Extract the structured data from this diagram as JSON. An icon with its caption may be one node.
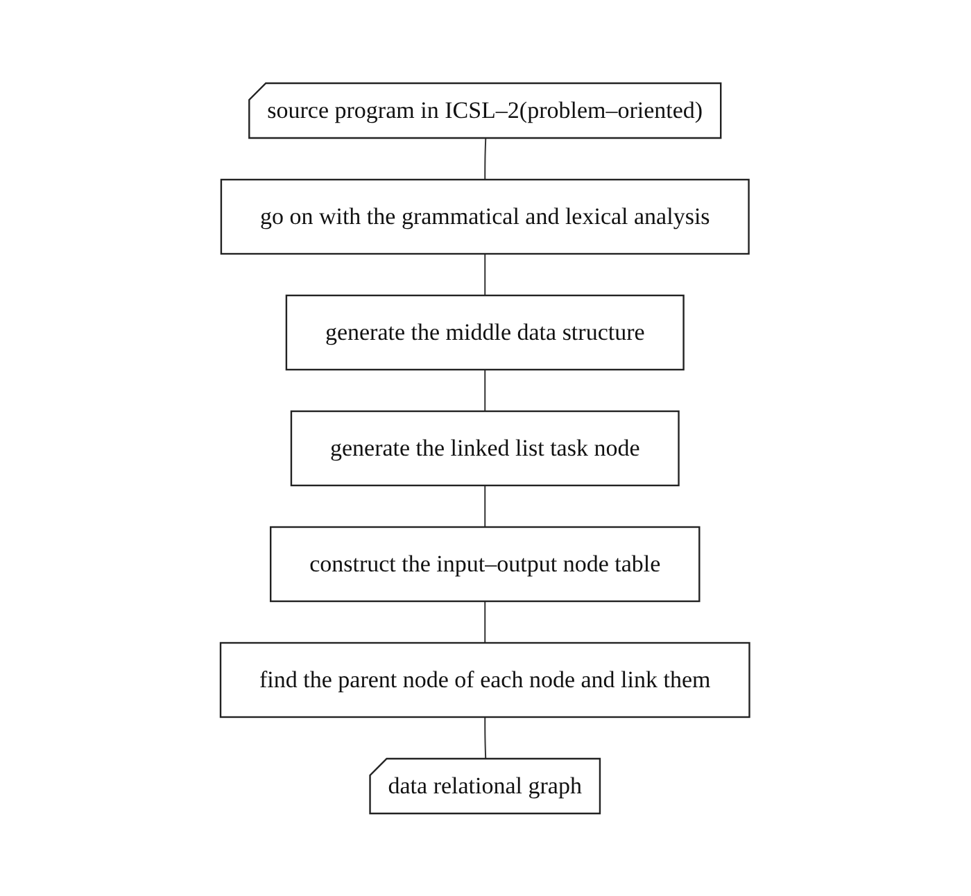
{
  "diagram": {
    "nodes": [
      {
        "text": [
          "source program in ICSL–2(problem–oriented)"
        ]
      },
      {
        "text": [
          "go on with the grammatical and lexical analysis"
        ]
      },
      {
        "text": [
          "generate the middle data structure"
        ]
      },
      {
        "text": [
          "generate the linked list task node"
        ]
      },
      {
        "text": [
          "construct the input–output node table"
        ]
      },
      {
        "text": [
          "find the parent node of each node and link them"
        ]
      },
      {
        "text": [
          "data relational graph"
        ]
      }
    ],
    "edges": [
      {
        "from": 0,
        "to": 1,
        "arrow": "none"
      },
      {
        "from": 1,
        "to": 2,
        "arrow": "none"
      },
      {
        "from": 2,
        "to": 3,
        "arrow": "none"
      },
      {
        "from": 3,
        "to": 4,
        "arrow": "none"
      },
      {
        "from": 4,
        "to": 5,
        "arrow": "none"
      },
      {
        "from": 5,
        "to": 6,
        "arrow": "none"
      }
    ]
  }
}
